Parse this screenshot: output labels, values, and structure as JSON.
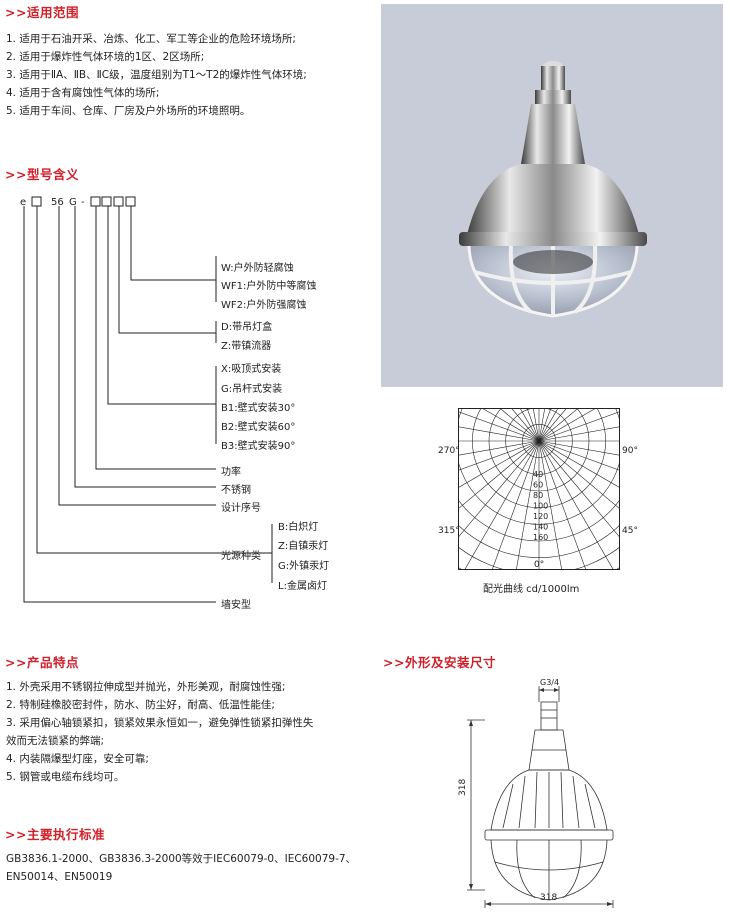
{
  "scope": {
    "heading": ">>适用范围",
    "items": [
      "1. 适用于石油开采、冶炼、化工、军工等企业的危险环境场所;",
      "2. 适用于爆炸性气体环境的1区、2区场所;",
      "3. 适用于ⅡA、ⅡB、ⅡC级，温度组别为T1～T2的爆炸性气体环境;",
      "4. 适用于含有腐蚀性气体的场所;",
      "5. 适用于车间、仓库、厂房及户外场所的环境照明。"
    ]
  },
  "model": {
    "heading": ">>型号含义",
    "code": {
      "e": "e",
      "num": "56",
      "g": "G",
      "dash": "-"
    },
    "labels": {
      "w": "W:户外防轻腐蚀",
      "wf1": "WF1:户外防中等腐蚀",
      "wf2": "WF2:户外防强腐蚀",
      "d": "D:带吊灯盒",
      "z": "Z:带镇流器",
      "x": "X:吸顶式安装",
      "g": "G:吊杆式安装",
      "b1": "B1:壁式安装30°",
      "b2": "B2:壁式安装60°",
      "b3": "B3:壁式安装90°",
      "power": "功率",
      "steel": "不锈钢",
      "serial": "设计序号",
      "light_source": "光源种类",
      "ls_b": "B:白炽灯",
      "ls_z": "Z:自镇汞灯",
      "ls_g": "G:外镇汞灯",
      "ls_l": "L:金属卤灯",
      "wall": "墙安型"
    }
  },
  "polar": {
    "angles": {
      "a270": "270°",
      "a90": "90°",
      "a315": "315°",
      "a45": "45°",
      "a0": "0°"
    },
    "radial": [
      "40",
      "60",
      "80",
      "100",
      "120",
      "140",
      "160"
    ],
    "caption": "配光曲线 cd/1000lm"
  },
  "features": {
    "heading": ">>产品特点",
    "items": [
      "1. 外壳采用不锈钢拉伸成型并抛光，外形美观，耐腐蚀性强;",
      "2. 特制硅橡胶密封件，防水、防尘好，耐高、低温性能佳;",
      "3. 采用偏心轴锁紧扣，锁紧效果永恒如一，避免弹性锁紧扣弹性失",
      "    效而无法锁紧的弊端;",
      "4. 内装隔爆型灯座，安全可靠;",
      "5. 钢管或电缆布线均可。"
    ]
  },
  "standards": {
    "heading": ">>主要执行标准",
    "lines": [
      "GB3836.1-2000、GB3836.3-2000等效于IEC60079-0、IEC60079-7、",
      "EN50014、EN50019"
    ]
  },
  "dimensions": {
    "heading": ">>外形及安装尺寸",
    "thread": "G3/4",
    "height": "318",
    "width": "318"
  }
}
